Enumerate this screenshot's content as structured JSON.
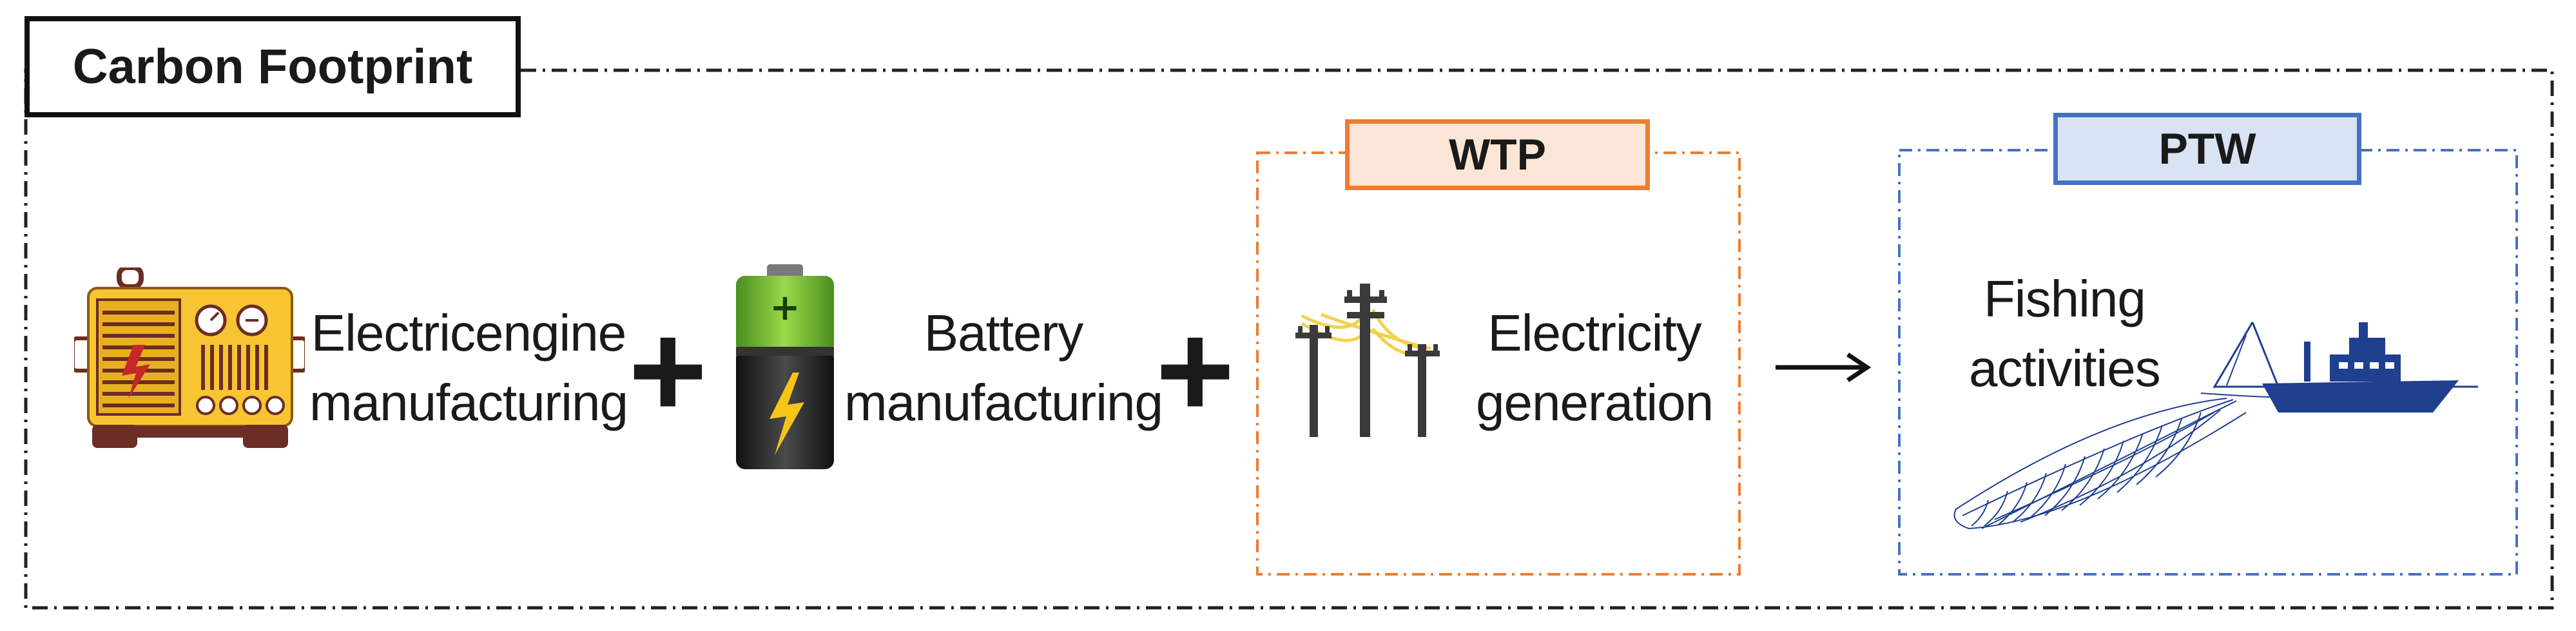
{
  "title": "Carbon Footprint",
  "stages": {
    "engine": {
      "line1": "Electricengine",
      "line2": "manufacturing",
      "icon": "generator-icon"
    },
    "battery": {
      "line1": "Battery",
      "line2": "manufacturing",
      "icon": "battery-icon"
    },
    "electricity": {
      "line1": "Electricity",
      "line2": "generation",
      "icon": "power-pole-icon"
    },
    "fishing": {
      "line1": "Fishing",
      "line2": "activities",
      "icon": "trawler-icon"
    }
  },
  "groups": {
    "wtp": {
      "label": "WTP",
      "border_color": "#ed7d31",
      "fill_color": "#fbe5d6"
    },
    "ptw": {
      "label": "PTW",
      "border_color": "#4472c4",
      "fill_color": "#dae3f3"
    }
  },
  "operators": {
    "plus": "+",
    "arrow": "→"
  }
}
